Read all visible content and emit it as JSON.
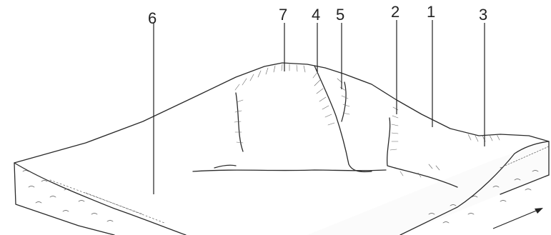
{
  "labels": [
    {
      "id": "6",
      "text": "6"
    },
    {
      "id": "7",
      "text": "7"
    },
    {
      "id": "4",
      "text": "4"
    },
    {
      "id": "5",
      "text": "5"
    },
    {
      "id": "2",
      "text": "2"
    },
    {
      "id": "1",
      "text": "1"
    },
    {
      "id": "3",
      "text": "3"
    }
  ]
}
